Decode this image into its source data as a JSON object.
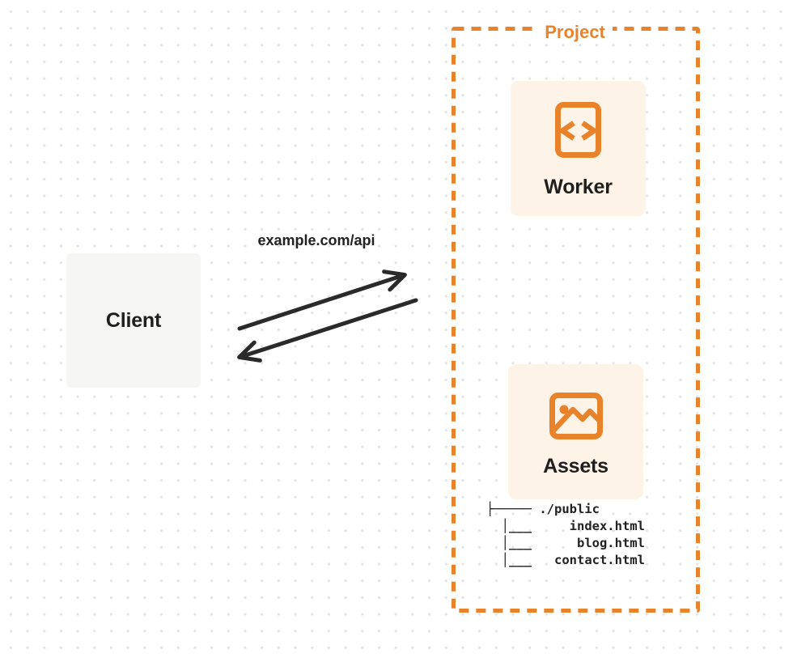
{
  "client": {
    "label": "Client"
  },
  "request": {
    "label": "example.com/api"
  },
  "project": {
    "label": "Project",
    "worker": {
      "label": "Worker",
      "icon": "code-document-icon"
    },
    "assets": {
      "label": "Assets",
      "icon": "image-icon",
      "tree": [
        "├───── ./public",
        "  │___     index.html",
        "  │___      blog.html",
        "  │___   contact.html"
      ]
    }
  },
  "colors": {
    "accent": "#e8832c",
    "node_fill": "#fdf3e7",
    "client_fill": "#f6f6f5",
    "arrow": "#2a2a2a",
    "text": "#1f1f1f",
    "dots": "#e4e4e4"
  }
}
